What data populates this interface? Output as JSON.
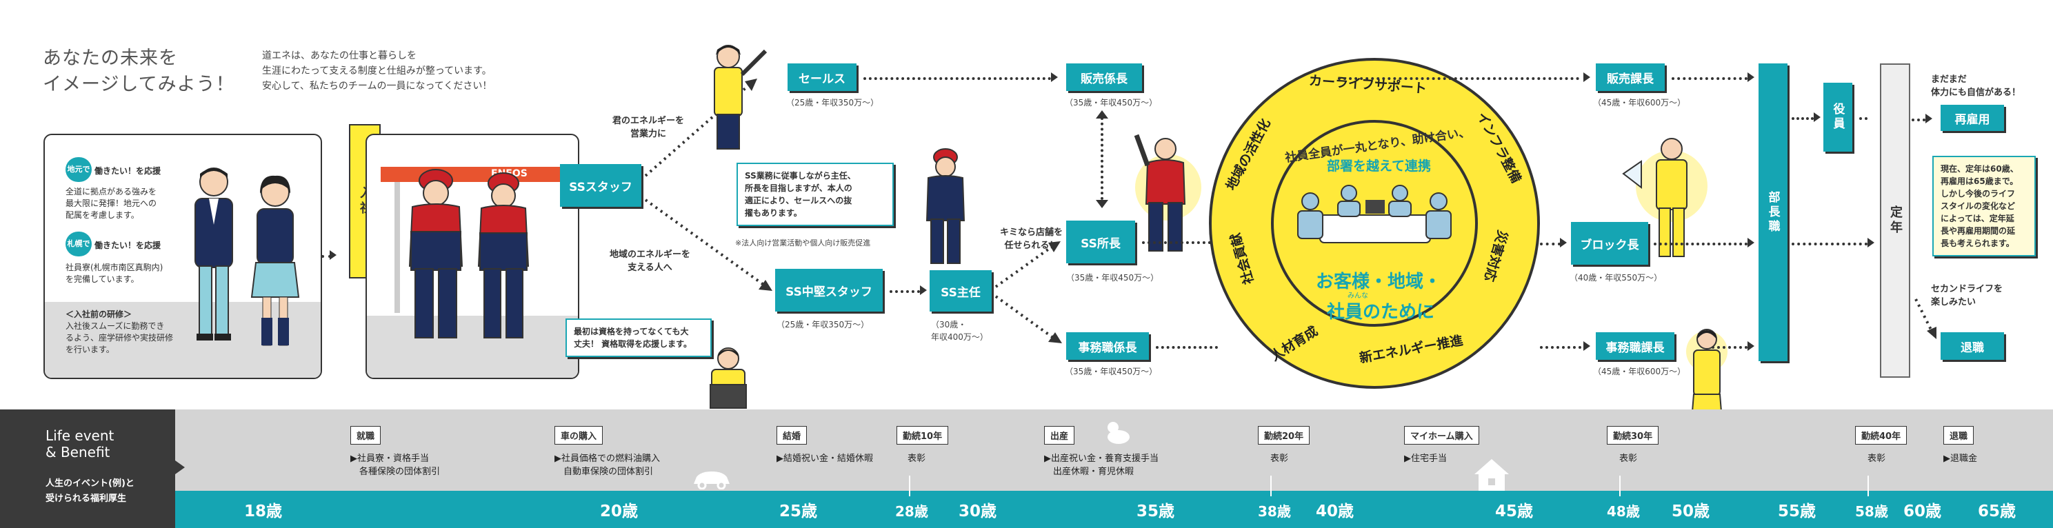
{
  "heading": {
    "line1": "あなたの未来を",
    "line2": "イメージしてみよう！"
  },
  "intro": {
    "line1": "道エネは、あなたの仕事と暮らしを",
    "line2": "生涯にわたって支える制度と仕組みが整っています。",
    "line3": "安心して、私たちのチームの一員になってください！"
  },
  "left_panel": {
    "local_badge": "地元で",
    "local_title": "働きたい！を応援",
    "local_text1": "全道に拠点がある強みを",
    "local_text2": "最大限に発揮！地元への",
    "local_text3": "配属を考慮します。",
    "sapporo_badge": "札幌で",
    "sapporo_title": "働きたい！を応援",
    "sapporo_text1": "社員寮(札幌市南区真駒内)",
    "sapporo_text2": "を完備しています。",
    "training_title": "＜入社前の研修＞",
    "training_text1": "入社後スムーズに勤務でき",
    "training_text2": "るよう、座学研修や実技研修",
    "training_text3": "を行います。"
  },
  "station_sign": "ENEOS",
  "nyusha": "入社",
  "ss_staff": "SSスタッフ",
  "branch_top": {
    "line1": "君のエネルギーを",
    "line2": "営業力に"
  },
  "branch_bottom": {
    "line1": "地域のエネルギーを",
    "line2": "支える人へ"
  },
  "sales": {
    "label": "セールス",
    "salary": "（25歳・年収350万〜）"
  },
  "ss_note": {
    "line1": "SS業務に従事しながら主任、",
    "line2": "所長を目指しますが、本人の",
    "line3": "適正により、セールスへの抜",
    "line4": "擢もあります。"
  },
  "ss_note_foot": "※法人向け営業活動や個人向け販売促進",
  "beginner_note": {
    "line1": "最初は資格を持ってなくても大",
    "line2": "丈夫！ 資格取得を応援します。"
  },
  "ss_mid": {
    "label": "SS中堅スタッフ",
    "salary": "（25歳・年収350万〜）"
  },
  "ss_chief": {
    "label": "SS主任",
    "salary1": "（30歳・",
    "salary2": "年収400万〜）"
  },
  "chief_caption": {
    "line1": "キミなら店舗を",
    "line2": "任せられる！"
  },
  "sales_chief": {
    "label": "販売係長",
    "salary": "（35歳・年収450万〜）"
  },
  "ss_manager": {
    "label": "SS所長",
    "salary": "（35歳・年収450万〜）"
  },
  "office_chief": {
    "label": "事務職係長",
    "salary": "（35歳・年収450万〜）"
  },
  "circle": {
    "ring_top": "カーライフサポート",
    "ring_left_top": "地域の活性化",
    "ring_left": "社会貢献",
    "ring_right_top": "インフラ整備",
    "ring_right": "災害対応",
    "ring_bottom_left": "人材育成",
    "ring_bottom_right": "新エネルギー推進",
    "inner_arc1": "社員全員が一丸となり、助け合い、",
    "inner_arc2": "部署を越えて連携",
    "inner_main1": "お客様・地域・",
    "inner_ruby": "みんな",
    "inner_main2": "社員のために"
  },
  "sales_section": {
    "label": "販売課長",
    "salary": "（45歳・年収600万〜）"
  },
  "block_chief": {
    "label": "ブロック長",
    "salary": "（40歳・年収550万〜）"
  },
  "office_section": {
    "label": "事務職課長",
    "salary": "（45歳・年収600万〜）"
  },
  "dept_head": "部長職",
  "executive": "役員",
  "retirement": "定年",
  "still_fit": {
    "line1": "まだまだ",
    "line2": "体力にも自信がある！"
  },
  "rehire": "再雇用",
  "rehire_note": {
    "line1": "現在、定年は60歳、",
    "line2": "再雇用は65歳まで。",
    "line3": "しかし今後のライフ",
    "line4": "スタイルの変化など",
    "line5": "によっては、定年延",
    "line6": "長や再雇用期間の延",
    "line7": "長も考えられます。"
  },
  "second_life": {
    "line1": "セカンドライフを",
    "line2": "楽しみたい"
  },
  "retire": "退職",
  "life_box": {
    "line1": "Life event",
    "line2": "& Benefit",
    "line3": "人生のイベント(例)と",
    "line4": "受けられる福利厚生"
  },
  "events": [
    {
      "label": "就職",
      "detail": "▶社員寮・資格手当\n　各種保険の団体割引"
    },
    {
      "label": "車の購入",
      "detail": "▶社員価格での燃料油購入\n　自動車保険の団体割引"
    },
    {
      "label": "結婚",
      "detail": "▶結婚祝い金・結婚休暇"
    },
    {
      "label": "勤続10年",
      "detail": "表彰"
    },
    {
      "label": "出産",
      "detail": "▶出産祝い金・養育支援手当\n　出産休暇・育児休暇"
    },
    {
      "label": "勤続20年",
      "detail": "表彰"
    },
    {
      "label": "マイホーム購入",
      "detail": "▶住宅手当"
    },
    {
      "label": "勤続30年",
      "detail": "表彰"
    },
    {
      "label": "勤続40年",
      "detail": "表彰"
    },
    {
      "label": "退職",
      "detail": "▶退職金"
    }
  ],
  "ages": [
    "18歳",
    "20歳",
    "25歳",
    "28歳",
    "30歳",
    "35歳",
    "38歳",
    "40歳",
    "45歳",
    "48歳",
    "50歳",
    "55歳",
    "58歳",
    "60歳",
    "65歳"
  ],
  "colors": {
    "teal": "#15a5b3",
    "yellow": "#ffe93a",
    "dark": "#333333",
    "grey": "#d4d4d4"
  }
}
